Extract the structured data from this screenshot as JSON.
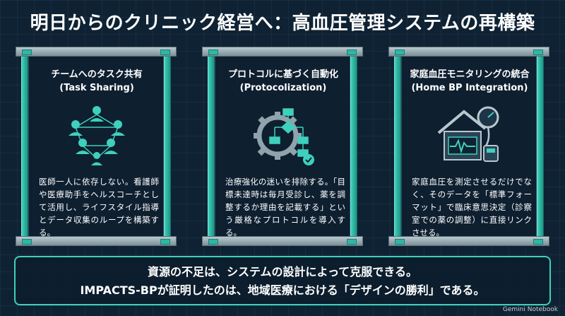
{
  "title": "明日からのクリニック経営へ：高血圧管理システムの再構築",
  "pillars": [
    {
      "title": "チームへのタスク共有",
      "subtitle": "(Task Sharing)",
      "icon": "team-network-icon",
      "body": "医師一人に依存しない。看護師や医療助手をヘルスコーチとして活用し、ライフスタイル指導とデータ収集のループを構築する。"
    },
    {
      "title": "プロトコルに基づく自動化",
      "subtitle": "(Protocolization)",
      "icon": "gear-flowchart-icon",
      "body": "治療強化の迷いを排除する。「目標未達時は毎月受診し、薬を調整するか理由を記載する」という厳格なプロトコルを導入する。"
    },
    {
      "title": "家庭血圧モニタリングの統合",
      "subtitle": "(Home BP Integration)",
      "icon": "home-bp-monitor-icon",
      "body": "家庭血圧を測定させるだけでなく、そのデータを「標準フォーマット」で臨床意思決定（診察室での薬の調整）に直接リンクさせる。"
    }
  ],
  "footer": {
    "line1": "資源の不足は、システムの設計によって克服できる。",
    "line2": "IMPACTS-BPが証明したのは、地域医療における「デザインの勝利」である。"
  },
  "watermark": "Gemini Notebook",
  "colors": {
    "accent": "#3fd0bd",
    "background": "#0f2233",
    "text": "#ffffff"
  }
}
